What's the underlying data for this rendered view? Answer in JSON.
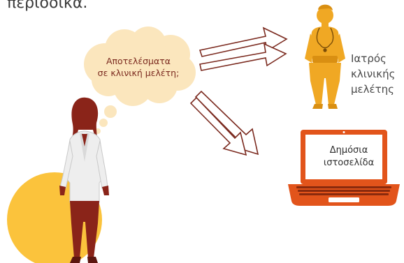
{
  "heading_fragment": "περιοδικά.",
  "thought_bubble": {
    "line1": "Αποτελέσματα",
    "line2": "σε κλινική μελέτη;"
  },
  "doctor_label": {
    "line1": "Ιατρός",
    "line2": "κλινικής",
    "line3": "μελέτης"
  },
  "laptop_label": {
    "line1": "Δημόσια",
    "line2": "ιστοσελίδα"
  },
  "colors": {
    "arrow": "#7b2a1f",
    "bubble": "#fbe6bd",
    "doctor": "#f0a824",
    "woman": "#8a2419",
    "laptop_body": "#e2541b",
    "circle": "#fbc33c"
  },
  "icons": [
    "woman-figure-icon",
    "doctor-figure-icon",
    "laptop-icon",
    "thought-bubble-icon",
    "arrow-icon"
  ]
}
